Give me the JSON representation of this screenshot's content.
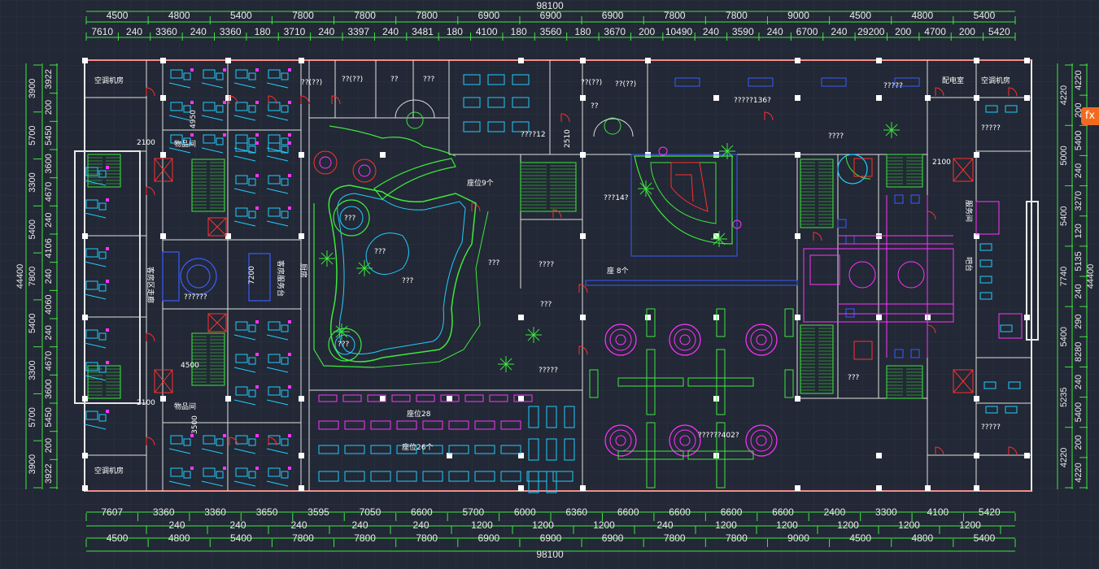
{
  "dims": {
    "overall": "98100",
    "top_row1": [
      "4500",
      "4800",
      "5400",
      "7800",
      "7800",
      "7800",
      "6900",
      "6900",
      "6900",
      "7800",
      "7800",
      "9000",
      "4500",
      "4800",
      "5400"
    ],
    "top_row2": [
      "7610",
      "240",
      "3360",
      "240",
      "3360",
      "180",
      "3710",
      "240",
      "3397",
      "240",
      "3481",
      "180",
      "4100",
      "180",
      "3560",
      "180",
      "3670",
      "200",
      "10490",
      "240",
      "3590",
      "240",
      "6700",
      "240",
      "29200",
      "200",
      "4700",
      "200",
      "5420"
    ],
    "bottom_row1": [
      "7607",
      "3360",
      "3360",
      "3650",
      "3595",
      "7050",
      "6600",
      "5700",
      "6000",
      "6360",
      "6600",
      "6600",
      "6600",
      "6600",
      "2400",
      "3300",
      "4100",
      "5420"
    ],
    "bottom_row2": [
      "240",
      "240",
      "240",
      "240",
      "240",
      "1200",
      "1200",
      "1200",
      "240",
      "1200",
      "1200",
      "1200",
      "1200",
      "1200"
    ],
    "bottom_row3": [
      "4500",
      "4800",
      "5400",
      "7800",
      "7800",
      "7800",
      "6900",
      "6900",
      "6900",
      "7800",
      "7800",
      "9000",
      "4500",
      "4800",
      "5400"
    ],
    "left_outer": [
      "3900",
      "5700",
      "3300",
      "5400",
      "7800",
      "5400",
      "3300",
      "5700",
      "3900"
    ],
    "left_outer_total": "44400",
    "left_inner": [
      "3922",
      "200",
      "5450",
      "3600",
      "4670",
      "240",
      "4106",
      "240",
      "4060",
      "240",
      "4670",
      "3600",
      "5450",
      "200",
      "3922"
    ],
    "right_outer": [
      "4220",
      "5000",
      "5400",
      "7740",
      "5400",
      "5235",
      "4220"
    ],
    "right_outer_total": "44400",
    "right_inner": [
      "4220",
      "200",
      "5400",
      "240",
      "3270",
      "120",
      "5135",
      "240",
      "290",
      "8280",
      "240",
      "5400",
      "200",
      "4220"
    ]
  },
  "labels": {
    "ac_room_tl": "空调机房",
    "ac_room_bl": "空调机房",
    "ac_room_tr": "空调机房",
    "power_room": "配电室",
    "store_top": "物品间",
    "store_bottom": "物品间",
    "guest_service": "客房服务台",
    "guest_area": "客房区走廊",
    "kitchen": "厨房",
    "q1": "??(??)",
    "q2": "??(??)",
    "q3": "??",
    "q4": "???",
    "q5": "??(??)",
    "q6": "??(??)",
    "q7": "??",
    "q8": "?????136?",
    "q9": "?????",
    "q10": "????",
    "q11": "?????",
    "q12": "????12",
    "q13": "???14?",
    "q14": "???",
    "q15": "???",
    "q16": "???",
    "q17": "???",
    "q18": "????",
    "q19": "???",
    "q20": "?????",
    "q21": "???",
    "q22": "??????",
    "q23": "???",
    "q24": "?????",
    "q25": "??????402?",
    "seat_9": "座位9个",
    "seat_8": "座 8个",
    "seat_28": "座位28",
    "seat_26": "座位26个",
    "dim_2100a": "2100",
    "dim_2100b": "2100",
    "dim_2100c": "2100",
    "dim_4950": "4950",
    "dim_4500": "4500",
    "dim_7200": "7200",
    "dim_2510": "2510",
    "dim_3500": "3500",
    "bar_counter": "吧台",
    "service_r": "服务间"
  },
  "ui": {
    "side_tab_icon": "fx"
  }
}
